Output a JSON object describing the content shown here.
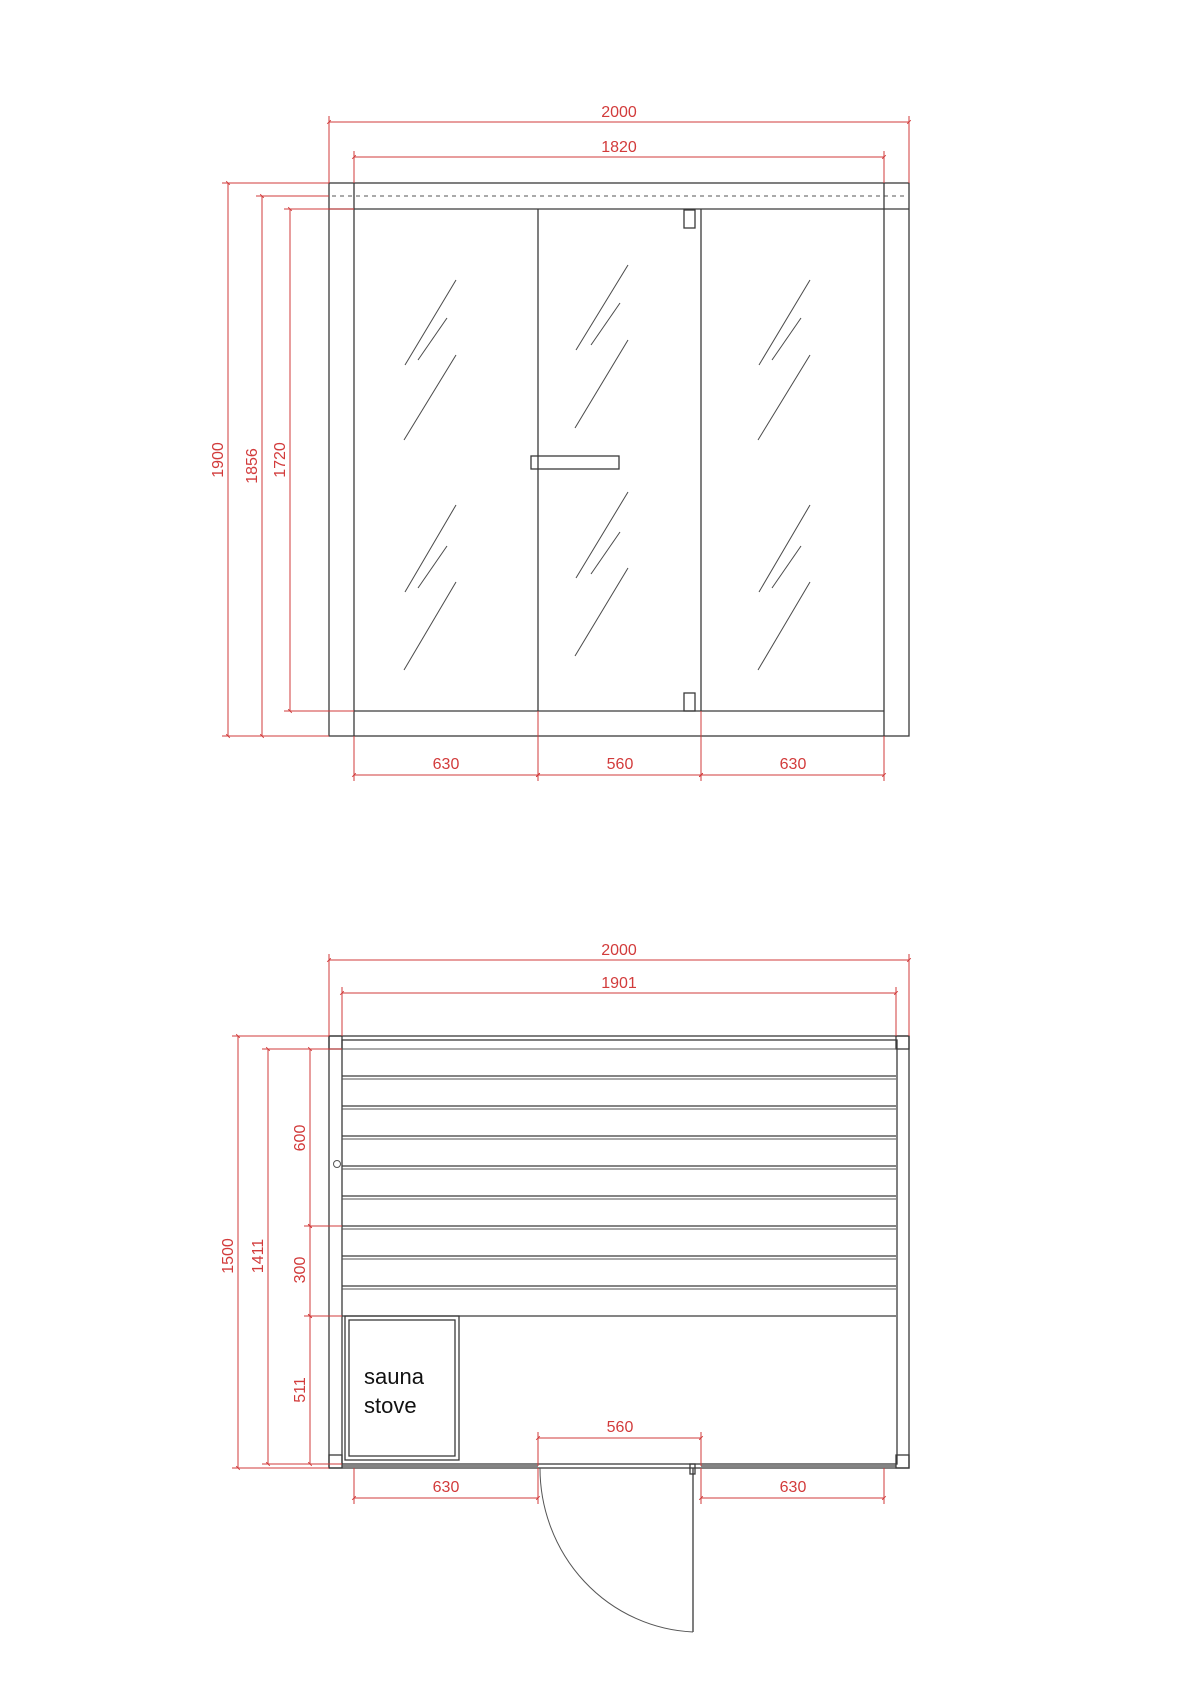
{
  "front_view": {
    "dims": {
      "overall_width": "2000",
      "glass_width": "1820",
      "left_panel": "630",
      "door": "560",
      "right_panel": "630",
      "overall_height": "1900",
      "frame_height": "1856",
      "glass_height": "1720"
    }
  },
  "plan_view": {
    "dims": {
      "overall_width": "2000",
      "inner_width": "1901",
      "overall_depth": "1500",
      "inner_depth": "1411",
      "bench_upper": "600",
      "bench_lower": "300",
      "stove_zone": "511",
      "door": "560",
      "left_panel": "630",
      "right_panel": "630"
    },
    "stove_label_line1": "sauna",
    "stove_label_line2": "stove"
  },
  "colors": {
    "dimension": "#d23b3b",
    "line": "#3a3a3a"
  }
}
